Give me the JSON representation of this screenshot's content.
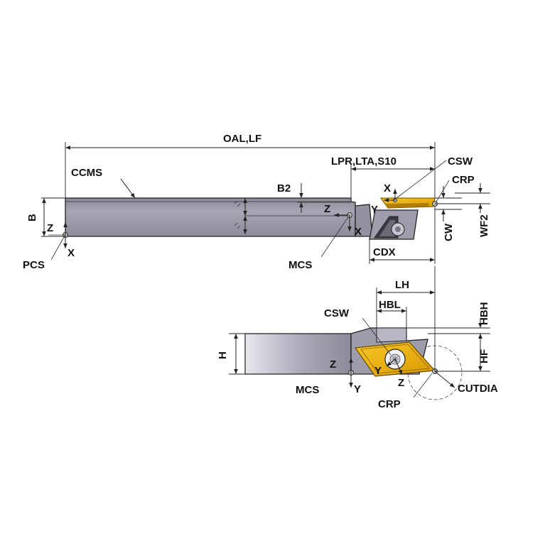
{
  "labels": {
    "oal_lf": "OAL,LF",
    "lpr_lta_s10": "LPR,LTA,S10",
    "ccms": "CCMS",
    "csw_top": "CSW",
    "crp_top": "CRP",
    "b2": "B2",
    "b": "B",
    "z_pcs": "Z",
    "x_pcs": "X",
    "pcs": "PCS",
    "z_mcs_top": "Z",
    "x_mcs_top": "X",
    "mcs_top": "MCS",
    "x_insert": "X",
    "y_insert": "Y",
    "cw": "CW",
    "wf2": "WF2",
    "cdx": "CDX",
    "lh": "LH",
    "hbl": "HBL",
    "hbh": "HBH",
    "csw_bottom": "CSW",
    "h": "H",
    "hf": "HF",
    "z_mcs_bottom": "Z",
    "y_mcs_bottom": "Y",
    "mcs_bottom": "MCS",
    "y_insert_bottom": "Y",
    "z_insert_bottom": "Z",
    "crp_bottom": "CRP",
    "cutdia": "CUTDIA"
  },
  "colors": {
    "body_gradient_light": "#cfcfda",
    "body_gradient_dark": "#7d7d8a",
    "body_face": "#9a9aa8",
    "insert": "#f0b400",
    "insert_dark": "#b07d00",
    "outline": "#222222"
  }
}
